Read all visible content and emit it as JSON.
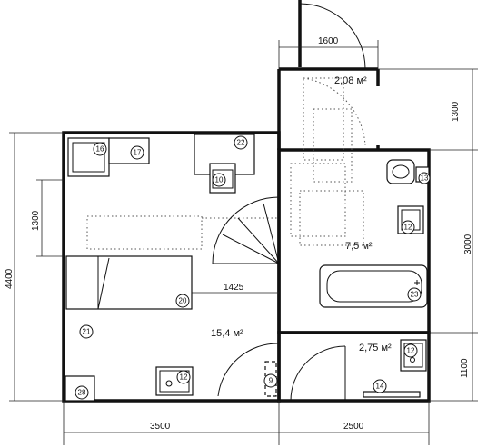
{
  "dimensions": {
    "top_width": "1600",
    "vestibule_height": "1300",
    "room_height": "4400",
    "bed_offset": "1300",
    "bath_height": "3000",
    "wc_height": "1100",
    "room_width": "3500",
    "bath_width": "2500",
    "inner": "1425"
  },
  "areas": {
    "vestibule": "2,08 м²",
    "bathroom": "7,5 м²",
    "room": "15,4 м²",
    "wc": "2,75 м²"
  },
  "markers": [
    "16",
    "17",
    "22",
    "10",
    "20",
    "21",
    "12",
    "9",
    "28",
    "13",
    "12",
    "23",
    "12",
    "14"
  ]
}
